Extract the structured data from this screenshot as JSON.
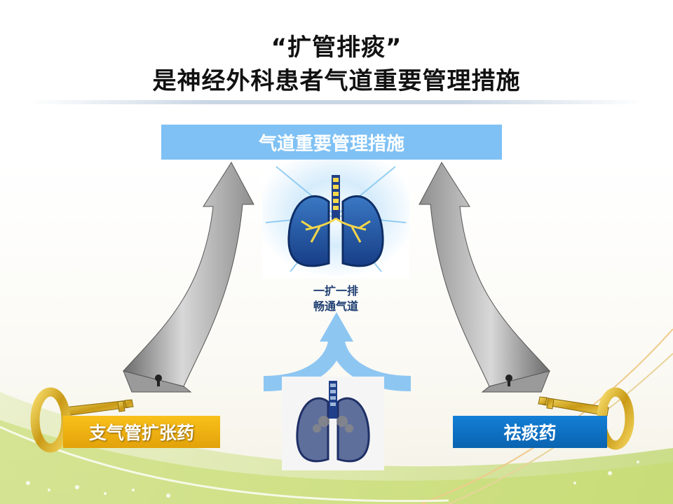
{
  "title": {
    "line1": "“扩管排痰”",
    "line2": "是神经外科患者气道重要管理措施"
  },
  "top_box": {
    "label": "气道重要管理措施"
  },
  "center": {
    "caption_line1": "一扩一排",
    "caption_line2": "畅通气道"
  },
  "left_key": {
    "label": "支气管扩张药"
  },
  "right_key": {
    "label": "祛痰药"
  },
  "colors": {
    "top_box": "#7fc1f4",
    "left_box": "#f4b512",
    "right_box": "#0f73c6",
    "caption": "#1f3f73",
    "key_gold": "#d4a91c"
  }
}
